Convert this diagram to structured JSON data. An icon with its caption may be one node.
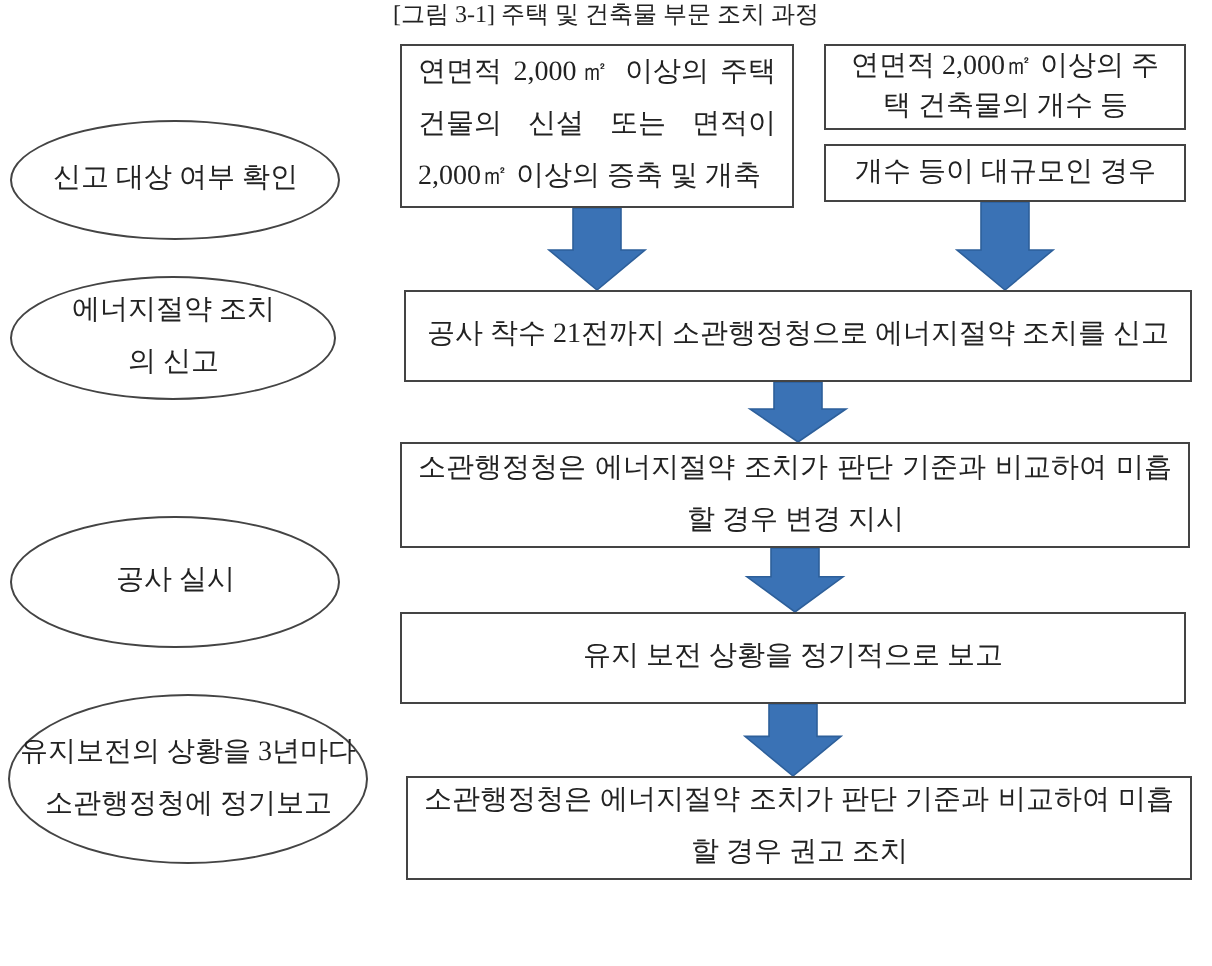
{
  "diagram": {
    "title": "[그림 3-1] 주택 및 건축물 부문 조치 과정",
    "nodes": [
      {
        "text": [
          "신고 대상 여부 확인"
        ]
      },
      {
        "text": [
          "연면적 2,000㎡ 이상의 주택 건물의 신설 또는 면적이 2,000㎡ 이상의 증축 및 개축"
        ]
      },
      {
        "text": [
          "연면적 2,000㎡ 이상의 주택 건축물의 개수 등"
        ]
      },
      {
        "text": [
          "개수 등이 대규모인 경우"
        ]
      },
      {
        "text": [
          "에너지절약 조치의 신고"
        ]
      },
      {
        "text": [
          "공사 착수 21전까지 소관행정청으로 에너지절약 조치를 신고"
        ]
      },
      {
        "text": [
          "소관행정청은 에너지절약 조치가 판단 기준과 비교하여 미흡할 경우 변경 지시"
        ]
      },
      {
        "text": [
          "공사 실시"
        ]
      },
      {
        "text": [
          "유지 보전 상황을 정기적으로 보고"
        ]
      },
      {
        "text": [
          "유지보전의 상황을 3년마다 소관행정청에 정기보고"
        ]
      },
      {
        "text": [
          "소관행정청은 에너지절약 조치가 판단 기준과 비교하여 미흡할 경우 권고 조치"
        ]
      }
    ],
    "edges": [
      {
        "from": 1,
        "to": 5,
        "arrow": "to"
      },
      {
        "from": 3,
        "to": 5,
        "arrow": "to"
      },
      {
        "from": 5,
        "to": 6,
        "arrow": "to"
      },
      {
        "from": 6,
        "to": 8,
        "arrow": "to"
      },
      {
        "from": 8,
        "to": 10,
        "arrow": "to"
      }
    ]
  }
}
